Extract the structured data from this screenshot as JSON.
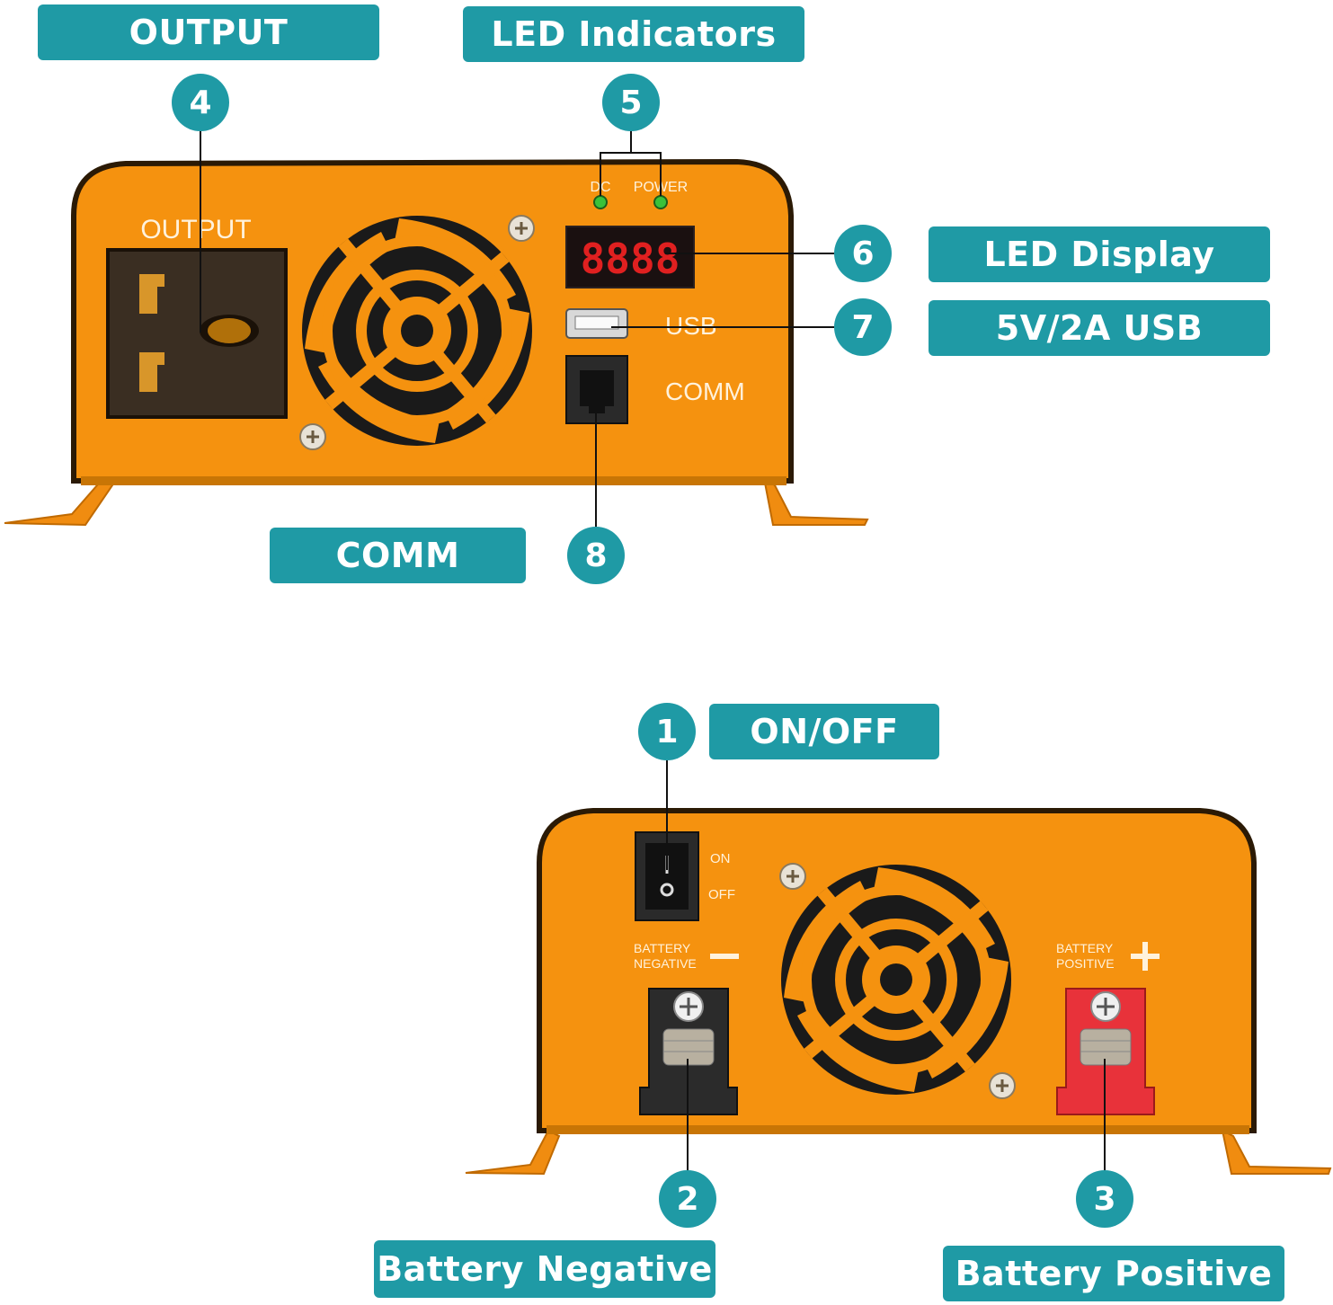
{
  "colors": {
    "accent": "#1f9aa5",
    "body": "#f5920f",
    "red_terminal": "#e8323a",
    "led_red": "#e02020",
    "led_green": "#3ac23a"
  },
  "labels": {
    "output": "OUTPUT",
    "led_indicators": "LED Indicators",
    "led_display": "LED Display",
    "usb": "5V/2A USB",
    "comm": "COMM",
    "on_off": "ON/OFF",
    "battery_negative": "Battery Negative",
    "battery_positive": "Battery Positive"
  },
  "badges": {
    "b1": "1",
    "b2": "2",
    "b3": "3",
    "b4": "4",
    "b5": "5",
    "b6": "6",
    "b7": "7",
    "b8": "8"
  },
  "front_panel": {
    "output_print": "OUTPUT",
    "led_dc": "DC",
    "led_power": "POWER",
    "usb_print": "USB",
    "comm_print": "COMM",
    "display_digits": "8888"
  },
  "rear_panel": {
    "switch_on": "ON",
    "switch_off": "OFF",
    "neg_line1": "BATTERY",
    "neg_line2": "NEGATIVE",
    "pos_line1": "BATTERY",
    "pos_line2": "POSITIVE"
  },
  "icons": [
    "fan-icon",
    "screw-icon",
    "ac-socket-icon",
    "usb-port-icon",
    "rj45-port-icon",
    "rocker-switch-icon",
    "terminal-icon"
  ]
}
